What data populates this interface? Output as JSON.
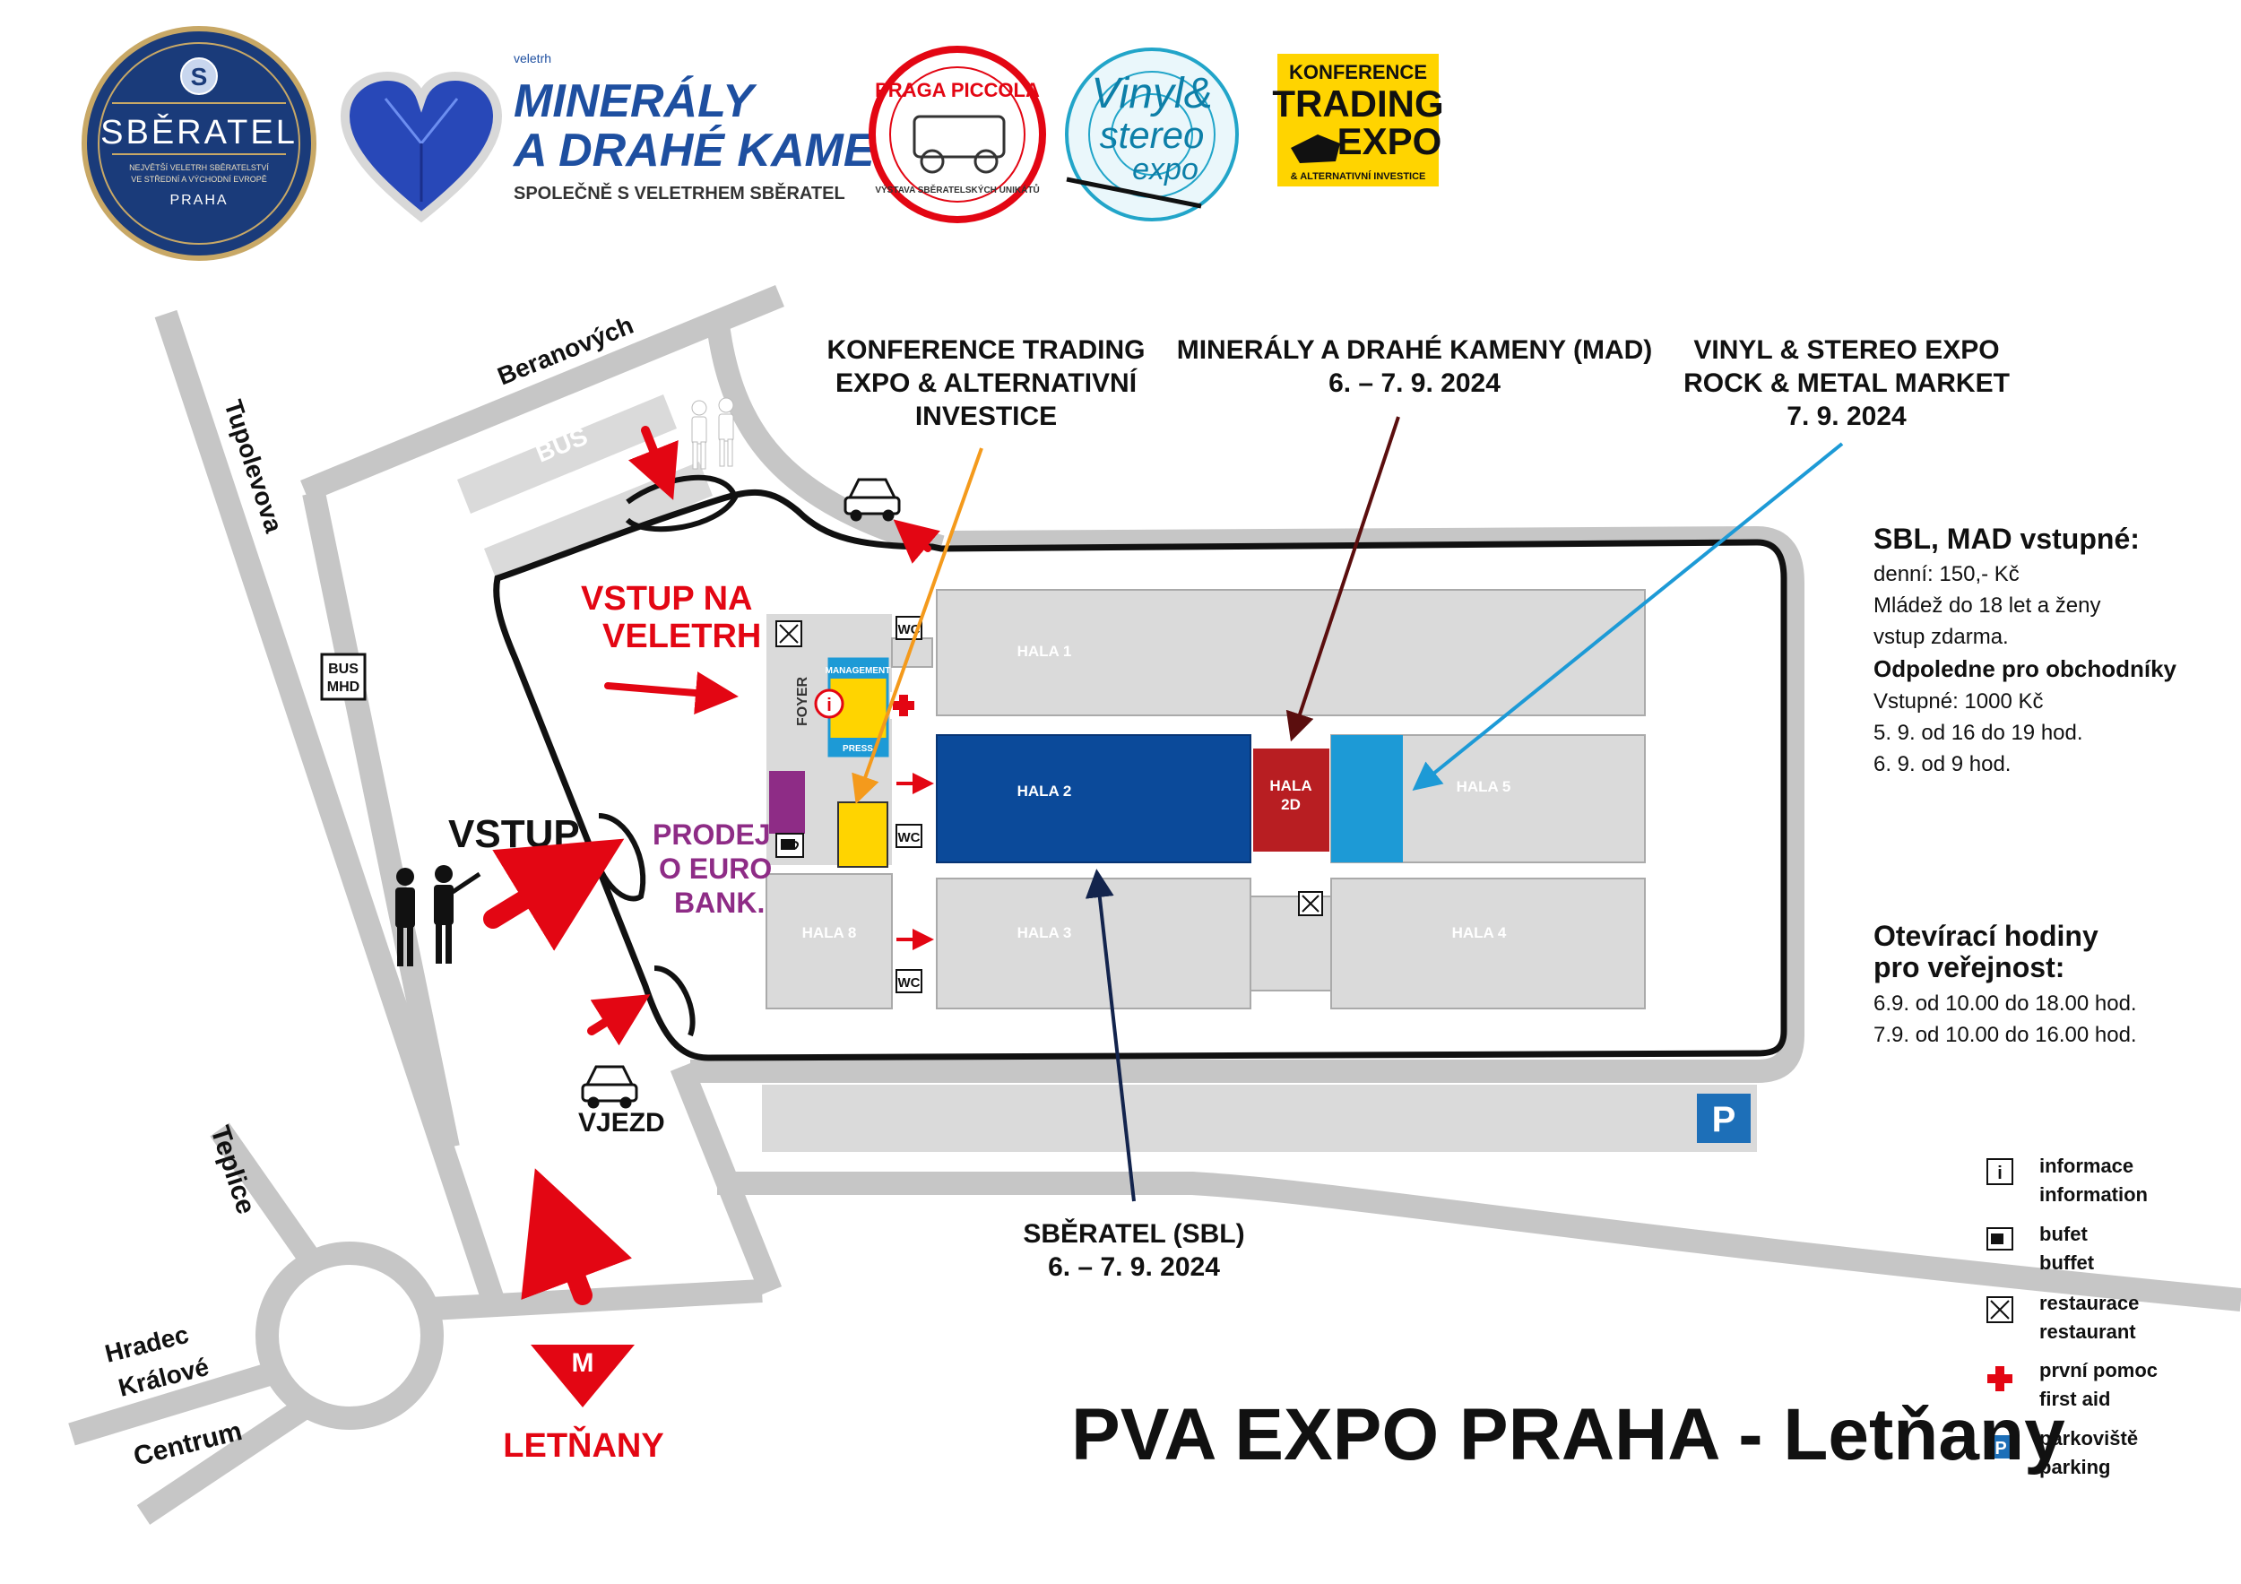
{
  "logos": {
    "sberatel": {
      "name": "SBĚRATEL",
      "tagline1": "NEJVĚTŠÍ VELETRH SBĚRATELSTVÍ",
      "tagline2": "VE STŘEDNÍ A VÝCHODNÍ EVROPĚ",
      "city": "PRAHA",
      "emblem": "S"
    },
    "mad": {
      "pre": "veletrh",
      "line1": "MINERÁLY",
      "line2": "A DRAHÉ KAMENY",
      "line3": "SPOLEČNĚ S VELETRHEM SBĚRATEL"
    },
    "piccola": {
      "top": "PRAGA PICCOLA",
      "bottom": "VÝSTAVA SBĚRATELSKÝCH UNIKÁTŮ"
    },
    "vinyl": {
      "l1": "Vinyl&",
      "l2": "stereo",
      "l3": "expo"
    },
    "trading": {
      "l1": "KONFERENCE",
      "l2": "TRADING",
      "l3": "EXPO",
      "l4": "& ALTERNATIVNÍ INVESTICE"
    }
  },
  "streets": {
    "tupolevova": "Tupolevova",
    "beranovych": "Beranových",
    "teplice": "Teplice",
    "hradec1": "Hradec",
    "hradec2": "Králové",
    "centrum": "Centrum"
  },
  "map": {
    "bus": "BUS",
    "bus_mhd1": "BUS",
    "bus_mhd2": "MHD",
    "vstup": "VSTUP",
    "vjezd": "VJEZD",
    "vstup_veletrh1": "VSTUP NA",
    "vstup_veletrh2": "VELETRH",
    "prodej1": "PRODEJ",
    "prodej2": "O EURO",
    "prodej3": "BANK.",
    "foyer": "FOYER",
    "management": "MANAGEMENT",
    "press": "PRESS",
    "wc": "WC",
    "hala1": "HALA 1",
    "hala2": "HALA 2",
    "hala2d1": "HALA",
    "hala2d2": "2D",
    "hala3": "HALA 3",
    "hala4": "HALA 4",
    "hala5": "HALA 5",
    "hala8": "HALA 8",
    "metro": "LETŇANY",
    "metro_icon": "M",
    "parking": "P"
  },
  "callouts": {
    "trading": [
      "KONFERENCE TRADING",
      "EXPO & ALTERNATIVNÍ",
      "INVESTICE"
    ],
    "mad": [
      "MINERÁLY A DRAHÉ KAMENY (MAD)",
      "6. – 7. 9. 2024"
    ],
    "vinyl": [
      "VINYL & STEREO EXPO",
      "ROCK & METAL MARKET",
      "7. 9. 2024"
    ],
    "sbl": [
      "SBĚRATEL (SBL)",
      "6. – 7. 9. 2024"
    ]
  },
  "info": {
    "title1": "SBL, MAD vstupné:",
    "l1": "denní: 150,- Kč",
    "l2": "Mládež do 18 let a ženy",
    "l3": "vstup zdarma.",
    "title2": "Odpoledne pro obchodníky",
    "l4": "Vstupné: 1000 Kč",
    "l5": "5. 9. od 16 do 19 hod.",
    "l6": "6. 9. od 9 hod.",
    "title3a": "Otevírací hodiny",
    "title3b": "pro veřejnost:",
    "l7": "6.9. od 10.00 do 18.00 hod.",
    "l8": "7.9. od 10.00 do 16.00 hod."
  },
  "legend": [
    {
      "icon": "info-icon",
      "cz": "informace",
      "en": "information"
    },
    {
      "icon": "buffet-icon",
      "cz": "bufet",
      "en": "buffet"
    },
    {
      "icon": "restaurant-icon",
      "cz": "restaurace",
      "en": "restaurant"
    },
    {
      "icon": "first-aid-icon",
      "cz": "první pomoc",
      "en": "first aid"
    },
    {
      "icon": "parking-icon",
      "cz": "parkoviště",
      "en": "parking"
    }
  ],
  "title": "PVA EXPO PRAHA - Letňany",
  "colors": {
    "red": "#e30613",
    "purple": "#8e2c86",
    "blue_dark": "#0b4a9a",
    "blue_light": "#1d9ad6",
    "orange": "#f49a1c",
    "brown": "#5b0e0e",
    "navy": "#13244d",
    "yellow": "#ffd400",
    "hall_gray": "#dadada",
    "road_gray": "#c6c6c6"
  }
}
